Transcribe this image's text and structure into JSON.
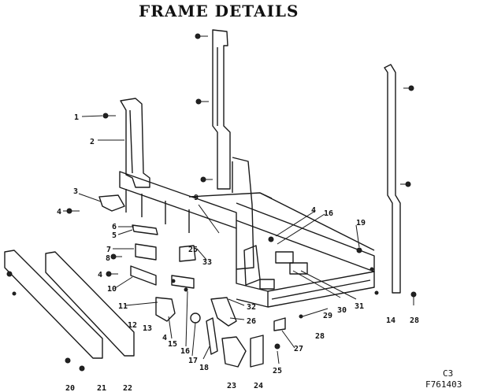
{
  "title": "FRAME DETAILS",
  "callouts": {
    "c1": "1",
    "c2": "2",
    "c3": "3",
    "c4a": "4",
    "c4b": "4",
    "c4c": "4",
    "c4d": "4",
    "c5": "5",
    "c6": "6",
    "c7": "7",
    "c8": "8",
    "c9": "9",
    "c10": "10",
    "c11": "11",
    "c12": "12",
    "c13": "13",
    "c14": "14",
    "c15": "15",
    "c16a": "16",
    "c16b": "16",
    "c17": "17",
    "c18": "18",
    "c19": "19",
    "c20": "20",
    "c21": "21",
    "c22": "22",
    "c23": "23",
    "c24": "24",
    "c25a": "25",
    "c25b": "25",
    "c26": "26",
    "c27": "27",
    "c28a": "28",
    "c28b": "28",
    "c29": "29",
    "c30": "30",
    "c31": "31",
    "c32": "32",
    "c33": "33"
  },
  "footer": {
    "code": "C3",
    "figure": "F761403"
  }
}
